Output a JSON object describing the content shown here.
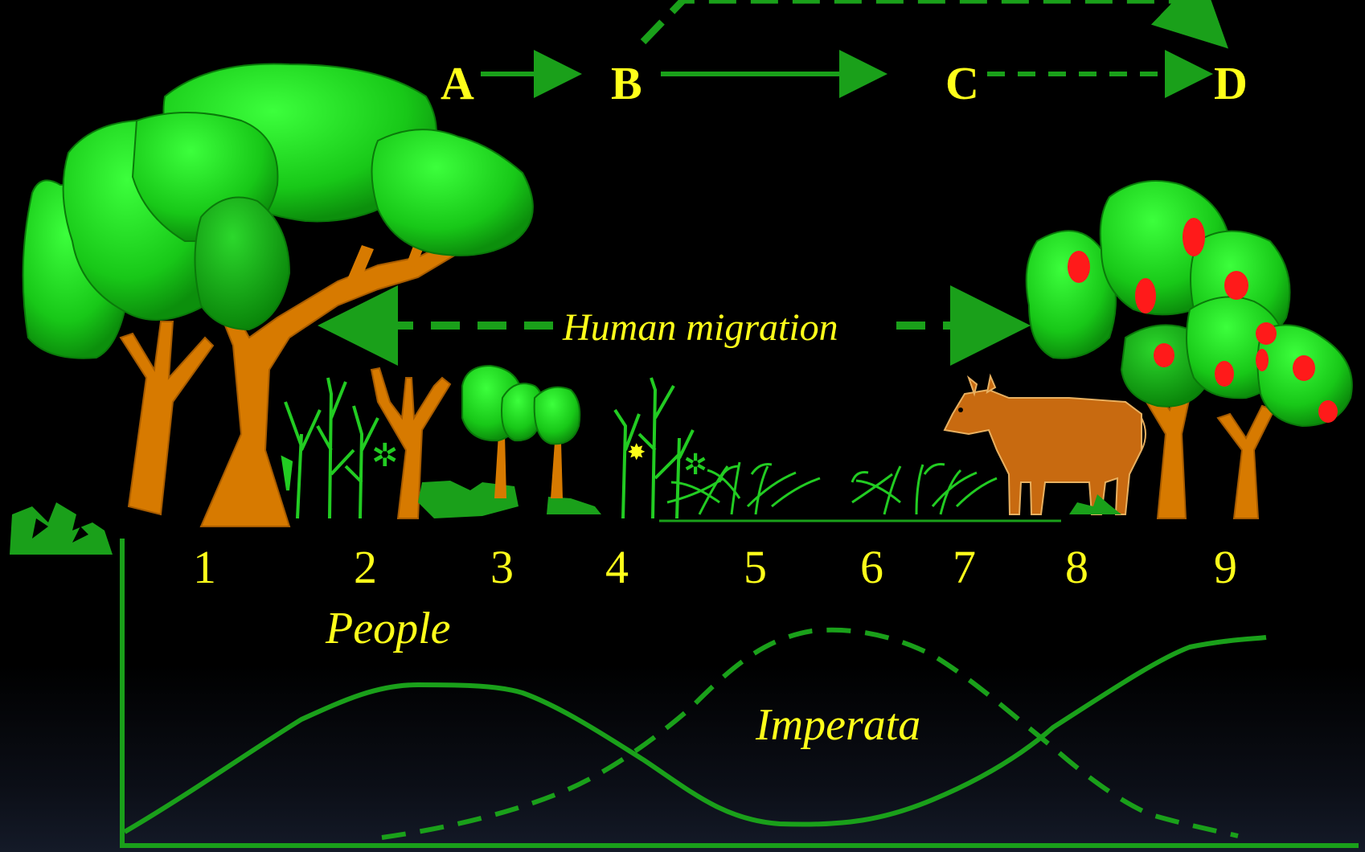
{
  "stages": {
    "letters": [
      "A",
      "B",
      "C",
      "D"
    ],
    "numbers": [
      "1",
      "2",
      "3",
      "4",
      "5",
      "6",
      "7",
      "8",
      "9"
    ]
  },
  "labels": {
    "migration": "Human migration",
    "people": "People",
    "imperata": "Imperata"
  },
  "colors": {
    "background": "#000000",
    "line_green": "#1aa01a",
    "text_yellow": "#ffff1a",
    "foliage": "#22cc22",
    "trunk": "#d77a00",
    "fruit": "#ff1a1a",
    "cow": "#c86a10"
  },
  "icons": [
    "large-tree-icon",
    "corn-plant-icon",
    "young-tree-icon",
    "grass-clump-icon",
    "cow-icon",
    "fruit-tree-icon"
  ]
}
